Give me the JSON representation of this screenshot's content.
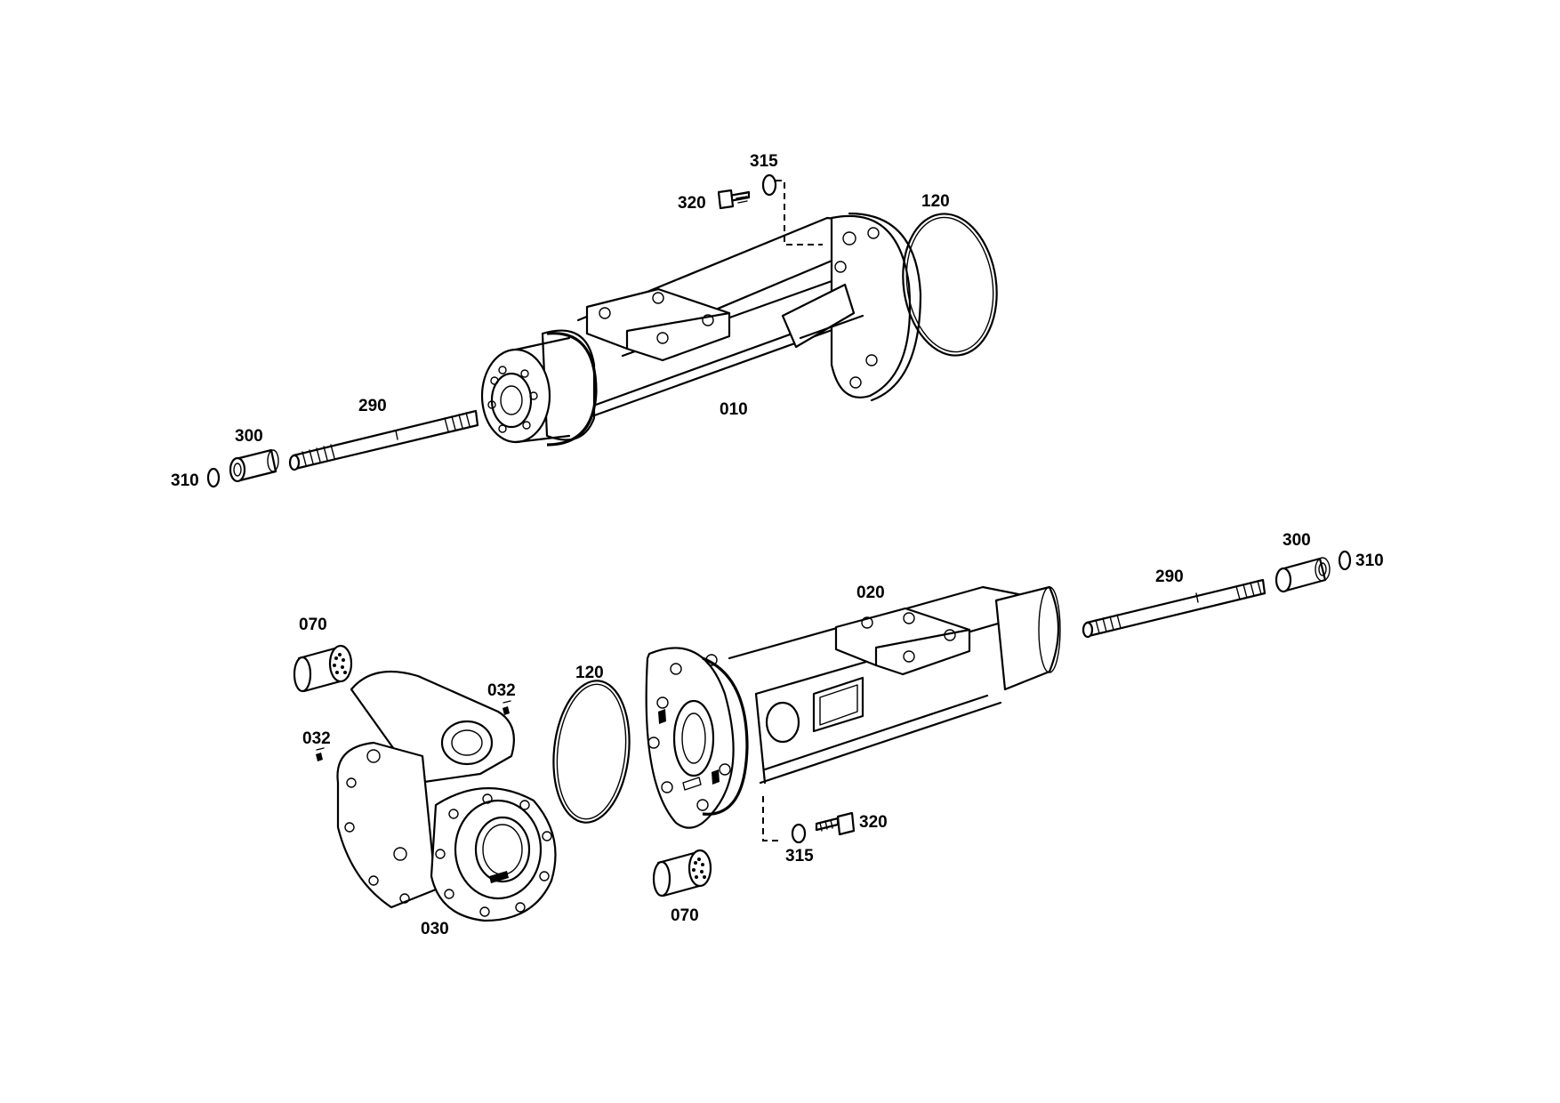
{
  "diagram": {
    "parts": [
      {
        "key": "p010",
        "number": "010"
      },
      {
        "key": "p020",
        "number": "020"
      },
      {
        "key": "p030",
        "number": "030"
      },
      {
        "key": "p032",
        "number": "032"
      },
      {
        "key": "p070",
        "number": "070"
      },
      {
        "key": "p120",
        "number": "120"
      },
      {
        "key": "p290",
        "number": "290"
      },
      {
        "key": "p300",
        "number": "300"
      },
      {
        "key": "p310",
        "number": "310"
      },
      {
        "key": "p315",
        "number": "315"
      },
      {
        "key": "p320",
        "number": "320"
      }
    ],
    "labels": {
      "top_315": "315",
      "top_320": "320",
      "top_120": "120",
      "top_290": "290",
      "top_300": "300",
      "top_310": "310",
      "top_010": "010",
      "bot_300": "300",
      "bot_310": "310",
      "bot_290": "290",
      "bot_020": "020",
      "bot_120": "120",
      "bot_070_a": "070",
      "bot_032_a": "032",
      "bot_032_b": "032",
      "bot_030": "030",
      "bot_320": "320",
      "bot_315": "315",
      "bot_070_b": "070"
    }
  }
}
